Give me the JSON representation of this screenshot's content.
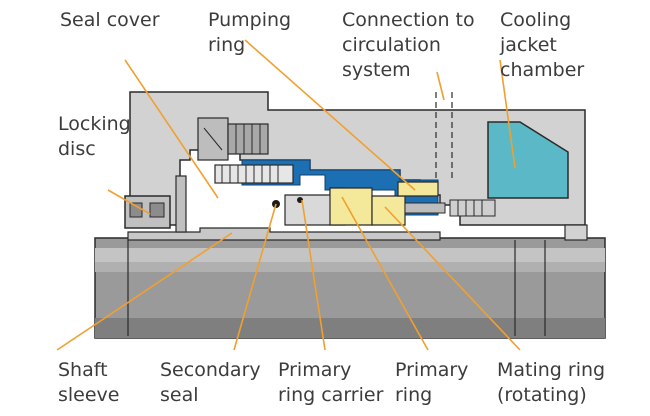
{
  "labels": {
    "seal_cover": "Seal cover",
    "pumping_ring": "Pumping\nring",
    "connection": "Connection to\ncirculation\nsystem",
    "cooling_jacket": "Cooling\njacket\nchamber",
    "locking_disc": "Locking\ndisc",
    "shaft_sleeve": "Shaft\nsleeve",
    "secondary_seal": "Secondary\nseal",
    "primary_ring_carrier": "Primary\nring carrier",
    "primary_ring": "Primary\nring",
    "mating_ring": "Mating ring\n(rotating)"
  },
  "colors": {
    "leader_line": "#f0a030",
    "label_text": "#3c3c3c",
    "housing_fill": "#d2d2d2",
    "shaft_fill": "#9a9a9a",
    "circulation_blue": "#1c6fb3",
    "cooling_cyan": "#5bb8c6",
    "seal_yellow": "#f4e89a",
    "outline": "#2a2a2a"
  }
}
